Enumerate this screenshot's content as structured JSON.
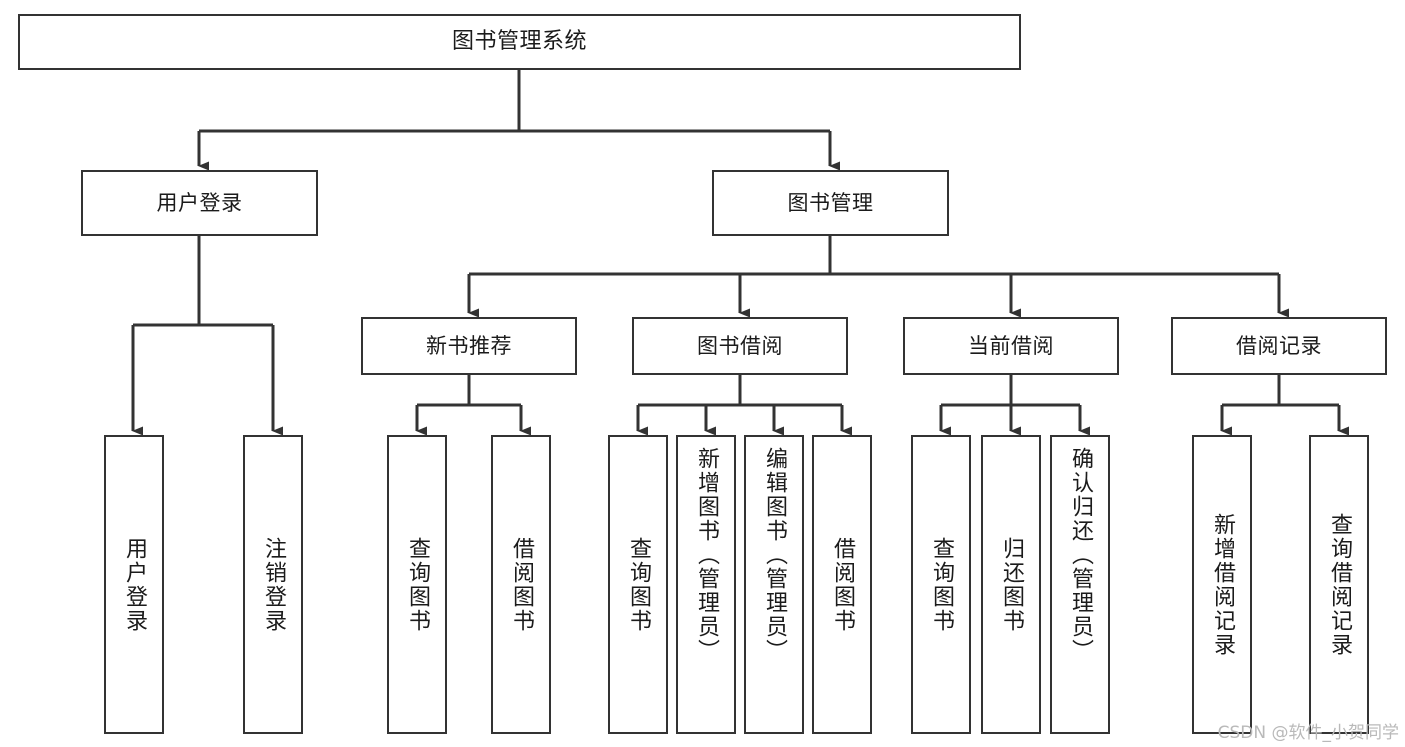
{
  "diagram": {
    "type": "tree-flowchart",
    "title": "图书管理系统",
    "watermark": "CSDN @软件_小贺同学",
    "stroke_color": "#333333",
    "background_color": "#ffffff",
    "text_color": "#1b1b1b",
    "levels": {
      "root": {
        "label": "图书管理系统"
      },
      "level2": [
        {
          "id": "user-login",
          "label": "用户登录"
        },
        {
          "id": "book-manage",
          "label": "图书管理"
        }
      ],
      "level3": [
        {
          "id": "new-book-rec",
          "label": "新书推荐",
          "parent": "book-manage"
        },
        {
          "id": "book-borrow",
          "label": "图书借阅",
          "parent": "book-manage"
        },
        {
          "id": "current-borrow",
          "label": "当前借阅",
          "parent": "book-manage"
        },
        {
          "id": "borrow-record",
          "label": "借阅记录",
          "parent": "book-manage"
        }
      ],
      "level4": [
        {
          "id": "leaf-user-login",
          "label": "用户登录",
          "parent": "user-login"
        },
        {
          "id": "leaf-user-logout",
          "label": "注销登录",
          "parent": "user-login"
        },
        {
          "id": "leaf-query-book-1",
          "label": "查询图书",
          "parent": "new-book-rec"
        },
        {
          "id": "leaf-borrow-book-1",
          "label": "借阅图书",
          "parent": "new-book-rec"
        },
        {
          "id": "leaf-query-book-2",
          "label": "查询图书",
          "parent": "book-borrow"
        },
        {
          "id": "leaf-add-book",
          "label": "新增图书（管理员）",
          "parent": "book-borrow"
        },
        {
          "id": "leaf-edit-book",
          "label": "编辑图书（管理员）",
          "parent": "book-borrow"
        },
        {
          "id": "leaf-borrow-book-2",
          "label": "借阅图书",
          "parent": "book-borrow"
        },
        {
          "id": "leaf-query-book-3",
          "label": "查询图书",
          "parent": "current-borrow"
        },
        {
          "id": "leaf-return-book",
          "label": "归还图书",
          "parent": "current-borrow"
        },
        {
          "id": "leaf-confirm-return",
          "label": "确认归还（管理员）",
          "parent": "current-borrow"
        },
        {
          "id": "leaf-add-record",
          "label": "新增借阅记录",
          "parent": "borrow-record"
        },
        {
          "id": "leaf-query-record",
          "label": "查询借阅记录",
          "parent": "borrow-record"
        }
      ]
    }
  }
}
